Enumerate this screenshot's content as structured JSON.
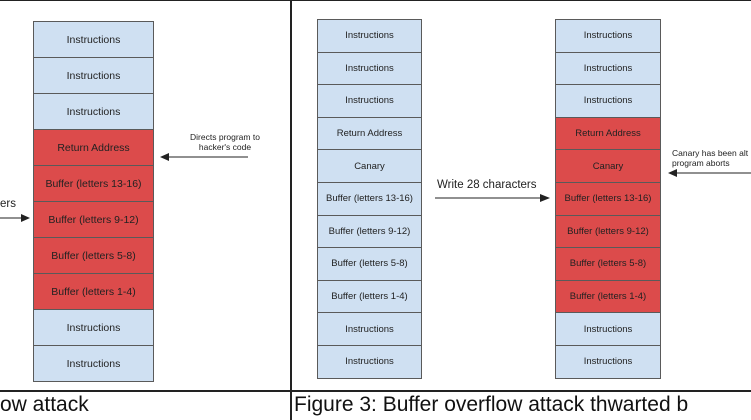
{
  "left_panel": {
    "stack": [
      {
        "label": "Instructions",
        "color": "blue"
      },
      {
        "label": "Instructions",
        "color": "blue"
      },
      {
        "label": "Instructions",
        "color": "blue"
      },
      {
        "label": "Return Address",
        "color": "red"
      },
      {
        "label": "Buffer (letters 13-16)",
        "color": "red"
      },
      {
        "label": "Buffer (letters 9-12)",
        "color": "red"
      },
      {
        "label": "Buffer (letters 5-8)",
        "color": "red"
      },
      {
        "label": "Buffer (letters 1-4)",
        "color": "red"
      },
      {
        "label": "Instructions",
        "color": "blue"
      },
      {
        "label": "Instructions",
        "color": "blue"
      }
    ],
    "note_right": "Directs program to\nhacker's code",
    "label_left": "ers",
    "caption": "ow attack"
  },
  "right_panel": {
    "stack_before": [
      {
        "label": "Instructions",
        "color": "blue"
      },
      {
        "label": "Instructions",
        "color": "blue"
      },
      {
        "label": "Instructions",
        "color": "blue"
      },
      {
        "label": "Return Address",
        "color": "blue"
      },
      {
        "label": "Canary",
        "color": "blue"
      },
      {
        "label": "Buffer (letters 13-16)",
        "color": "blue"
      },
      {
        "label": "Buffer (letters 9-12)",
        "color": "blue"
      },
      {
        "label": "Buffer (letters 5-8)",
        "color": "blue"
      },
      {
        "label": "Buffer (letters 1-4)",
        "color": "blue"
      },
      {
        "label": "Instructions",
        "color": "blue"
      },
      {
        "label": "Instructions",
        "color": "blue"
      }
    ],
    "stack_after": [
      {
        "label": "Instructions",
        "color": "blue"
      },
      {
        "label": "Instructions",
        "color": "blue"
      },
      {
        "label": "Instructions",
        "color": "blue"
      },
      {
        "label": "Return Address",
        "color": "red"
      },
      {
        "label": "Canary",
        "color": "red"
      },
      {
        "label": "Buffer (letters 13-16)",
        "color": "red"
      },
      {
        "label": "Buffer (letters 9-12)",
        "color": "red"
      },
      {
        "label": "Buffer (letters 5-8)",
        "color": "red"
      },
      {
        "label": "Buffer (letters 1-4)",
        "color": "red"
      },
      {
        "label": "Instructions",
        "color": "blue"
      },
      {
        "label": "Instructions",
        "color": "blue"
      }
    ],
    "write_label": "Write 28 characters",
    "note_right": "Canary has been alt\nprogram aborts",
    "caption": "Figure 3: Buffer overflow attack thwarted b"
  },
  "colors": {
    "blue": "#cfe0f2",
    "red": "#dc4b4b",
    "border": "#5a5a5a"
  }
}
